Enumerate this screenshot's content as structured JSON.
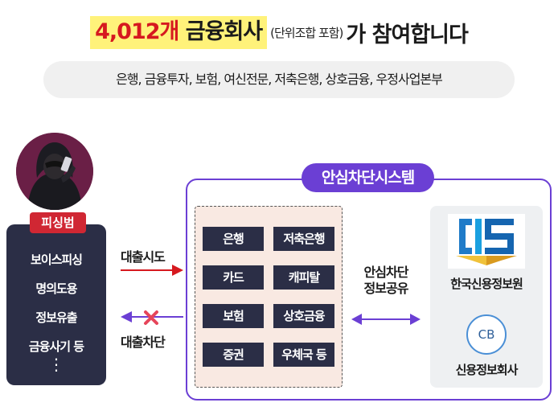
{
  "title": {
    "count": "4,012개",
    "institutions": "금융회사",
    "note": "(단위조합 포함)",
    "ending": "가 참여합니다"
  },
  "subtitle": "은행, 금융투자, 보험, 여신전문, 저축은행, 상호금융, 우정사업본부",
  "criminal": {
    "label": "피싱범",
    "crimes": [
      "보이스피싱",
      "명의도용",
      "정보유출",
      "금융사기 등"
    ],
    "ellipsis": "⋮"
  },
  "flows": {
    "attempt": "대출시도",
    "blocked": "대출차단"
  },
  "system": {
    "title": "안심차단시스템",
    "institutions": [
      "은행",
      "저축은행",
      "카드",
      "캐피탈",
      "보험",
      "상호금융",
      "증권",
      "우체국 등"
    ],
    "share_label_line1": "안심차단",
    "share_label_line2": "정보공유",
    "kcis_name": "한국신용정보원",
    "cb_badge": "CB",
    "cb_name": "신용정보회사"
  },
  "colors": {
    "highlight": "#fff27a",
    "red": "#d6191f",
    "navy": "#2b2e46",
    "purple": "#6b3fd4",
    "panel": "#f9e9e2"
  }
}
